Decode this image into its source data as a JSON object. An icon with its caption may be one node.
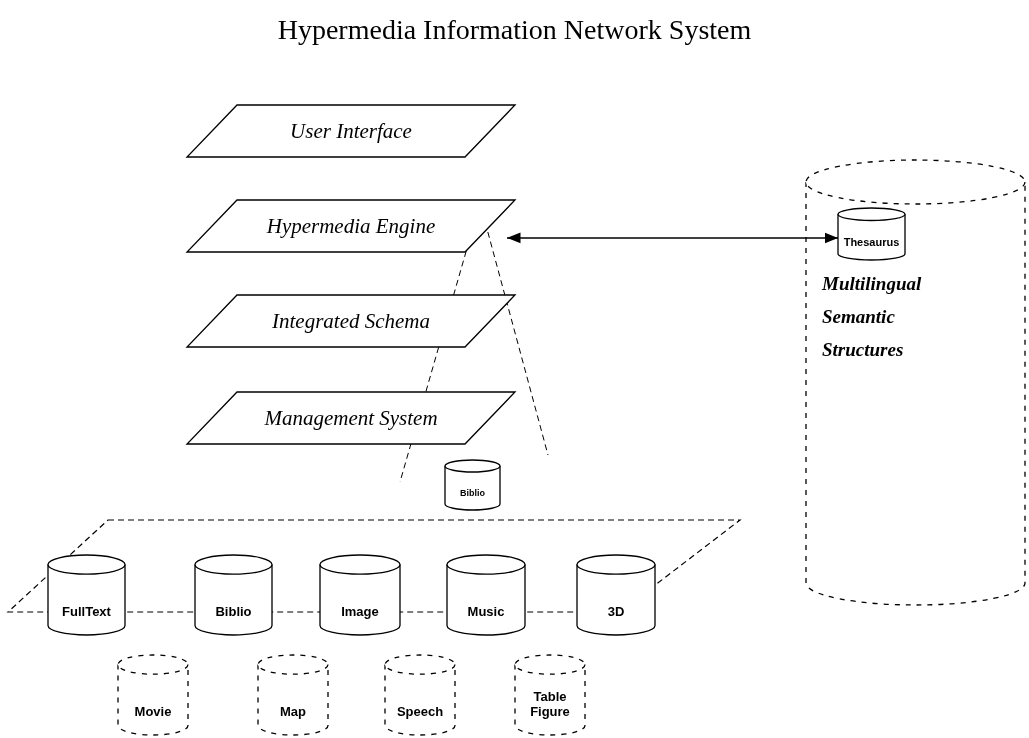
{
  "diagram": {
    "title": "Hypermedia Information Network System",
    "nodes": [
      {
        "text": [
          "User Interface"
        ]
      },
      {
        "text": [
          "Hypermedia Engine"
        ]
      },
      {
        "text": [
          "Integrated Schema"
        ]
      },
      {
        "text": [
          "Management System"
        ]
      },
      {
        "text": [
          "Biblio"
        ]
      },
      {
        "text": [],
        "shape": "box"
      },
      {
        "text": [
          "FullText"
        ]
      },
      {
        "text": [
          "Biblio"
        ]
      },
      {
        "text": [
          "Image"
        ]
      },
      {
        "text": [
          "Music"
        ]
      },
      {
        "text": [
          "3D"
        ]
      },
      {
        "text": [
          "Movie"
        ]
      },
      {
        "text": [
          "Map"
        ]
      },
      {
        "text": [
          "Speech"
        ]
      },
      {
        "text": [
          "Table Figure"
        ]
      },
      {
        "text": [
          "Multilingual Semantic Structures"
        ]
      },
      {
        "text": [
          "Thesaurus"
        ],
        "in": 15
      }
    ],
    "edges": [
      {
        "from": 1,
        "to": 16,
        "arrow": "both"
      }
    ]
  }
}
